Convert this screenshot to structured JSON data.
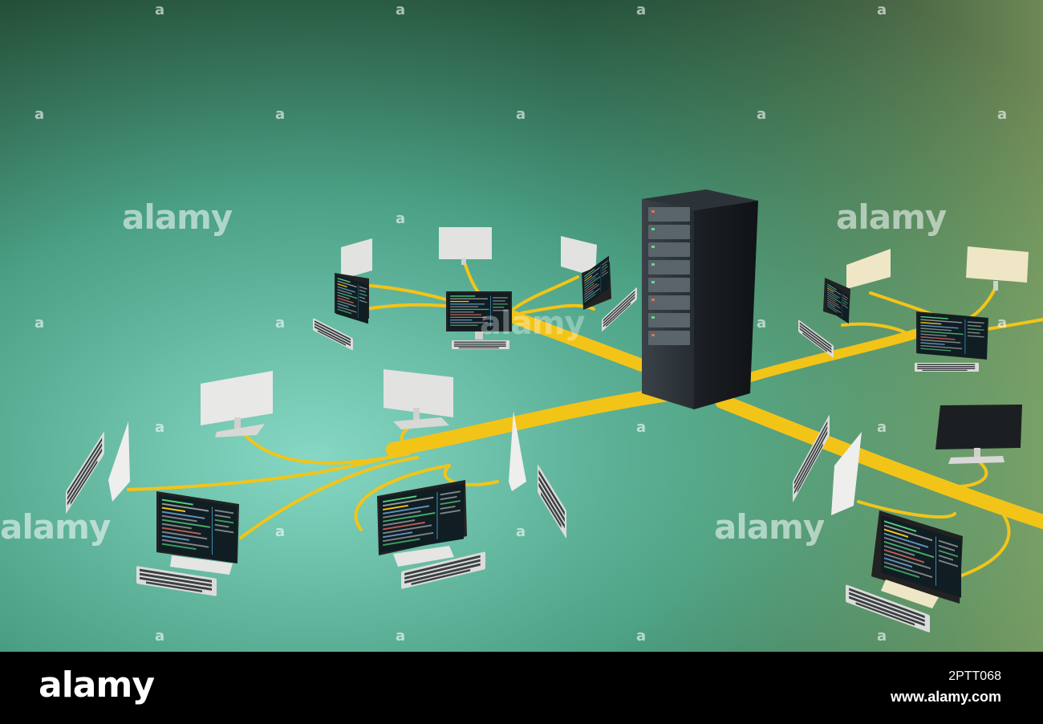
{
  "watermark": {
    "text": "alamy",
    "mark": "a"
  },
  "footer": {
    "logo": "alamy",
    "image_id": "2PTT068",
    "url": "www.alamy.com"
  },
  "colors": {
    "floor_light": "#7fd3bd",
    "floor_dark": "#1c3a2c",
    "cable": "#f3c418",
    "server": "#1f2529",
    "monitor_shell": "#e8e8e6",
    "screen_code": "#0f1e24"
  },
  "scene": {
    "description_icon": "server-rack-network-illustration"
  }
}
